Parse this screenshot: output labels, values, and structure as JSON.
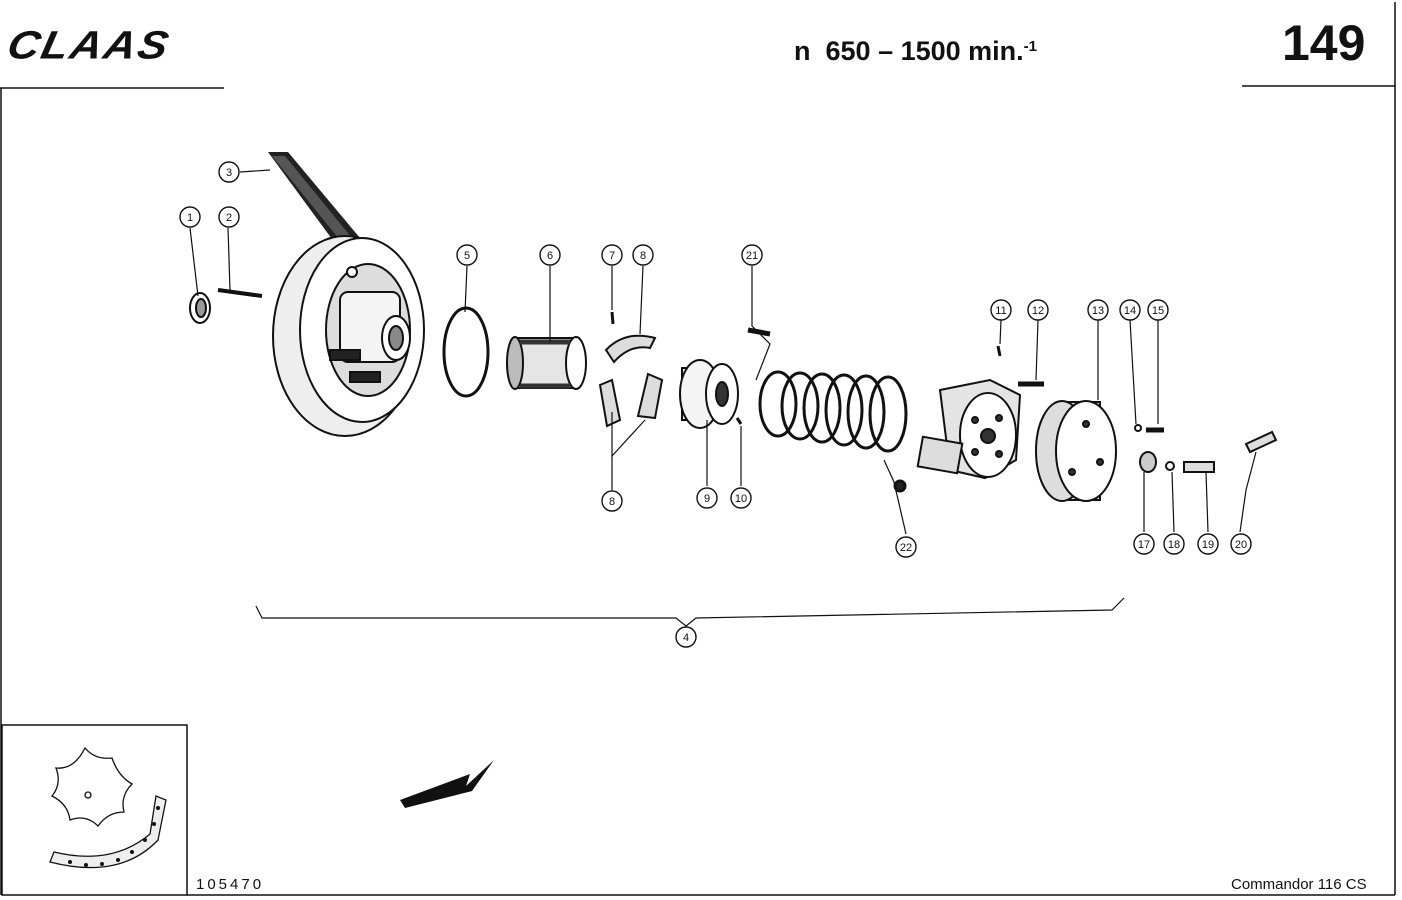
{
  "header": {
    "brand": "CLAAS",
    "speed_prefix": "n",
    "speed_range": "650 – 1500 min.",
    "speed_exponent": "-1",
    "page_number": "149"
  },
  "footer": {
    "drawing_number": "105470",
    "model": "Commandor 116 CS"
  },
  "callouts": [
    "1",
    "2",
    "3",
    "4",
    "5",
    "6",
    "7",
    "8",
    "8",
    "9",
    "10",
    "11",
    "12",
    "13",
    "14",
    "15",
    "17",
    "18",
    "19",
    "20",
    "21",
    "22"
  ]
}
